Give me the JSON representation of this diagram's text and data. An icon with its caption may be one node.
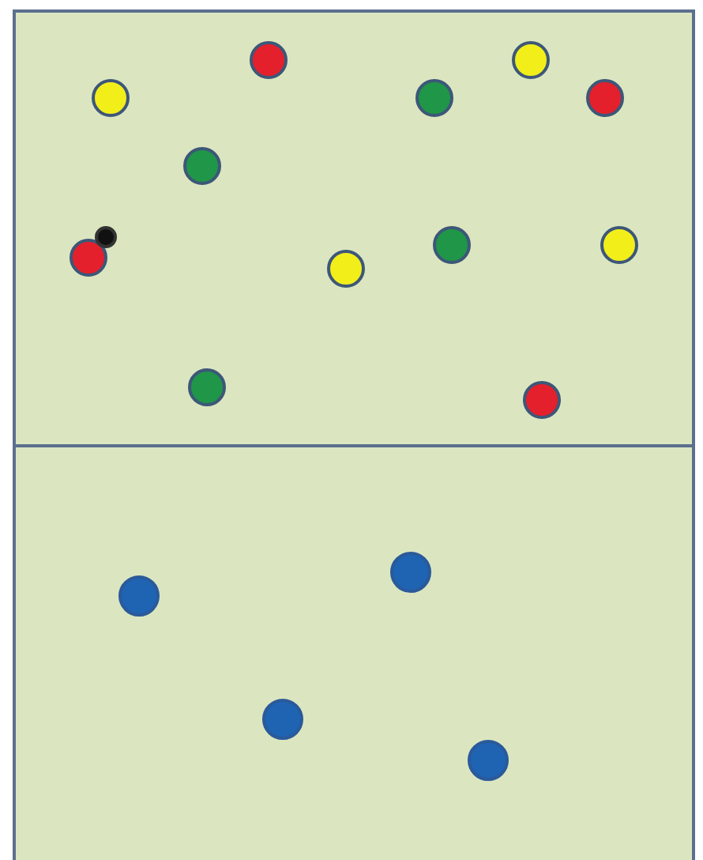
{
  "diagram": {
    "nodes": [
      {
        "text": [],
        "shape": "box"
      },
      {
        "text": [],
        "shape": "circle",
        "in": 0
      },
      {
        "text": [],
        "shape": "circle",
        "in": 0
      },
      {
        "text": [],
        "shape": "circle",
        "in": 0
      },
      {
        "text": [],
        "shape": "circle",
        "in": 0
      },
      {
        "text": [],
        "shape": "circle",
        "in": 0
      },
      {
        "text": [],
        "shape": "circle",
        "in": 0
      },
      {
        "text": [],
        "shape": "circle",
        "in": 0
      },
      {
        "text": [],
        "shape": "circle",
        "in": 0
      },
      {
        "text": [],
        "shape": "circle",
        "in": 0
      },
      {
        "text": [],
        "shape": "circle",
        "in": 0
      },
      {
        "text": [],
        "shape": "circle",
        "in": 0
      },
      {
        "text": [],
        "shape": "circle",
        "in": 0
      },
      {
        "text": [],
        "shape": "circle",
        "in": 0
      },
      {
        "text": [],
        "shape": "box"
      },
      {
        "text": [],
        "shape": "circle",
        "in": 14
      },
      {
        "text": [],
        "shape": "circle",
        "in": 14
      },
      {
        "text": [],
        "shape": "circle",
        "in": 14
      },
      {
        "text": [],
        "shape": "circle",
        "in": 14
      }
    ]
  }
}
